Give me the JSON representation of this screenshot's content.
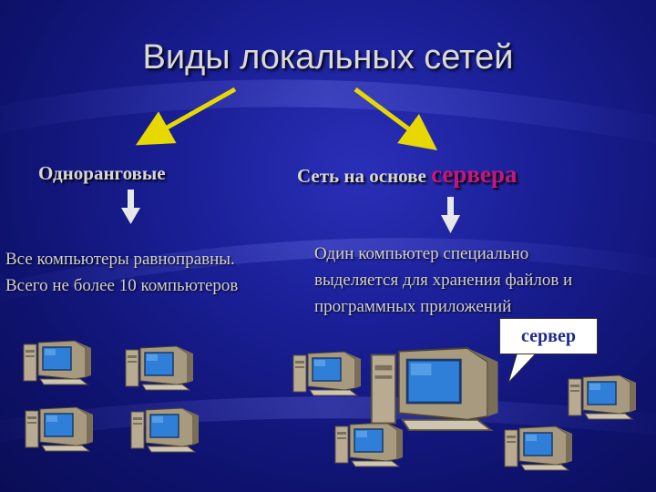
{
  "title": "Виды локальных сетей",
  "peer": {
    "heading": "Одноранговые",
    "description": "Все компьютеры равноправны. Всего не более 10 компьютеров"
  },
  "server": {
    "heading_prefix": "Сеть на основе",
    "heading_accent": "сервера",
    "description": "Один компьютер специально выделяется для хранения файлов и программных приложений",
    "callout": "сервер"
  },
  "colors": {
    "accent": "#c6177e",
    "arrow_yellow": "#e6d800",
    "background": "#1a1f96"
  },
  "icons": [
    "computer-icon",
    "server-computer-icon",
    "arrow-down-icon",
    "arrow-diagonal-icon"
  ]
}
